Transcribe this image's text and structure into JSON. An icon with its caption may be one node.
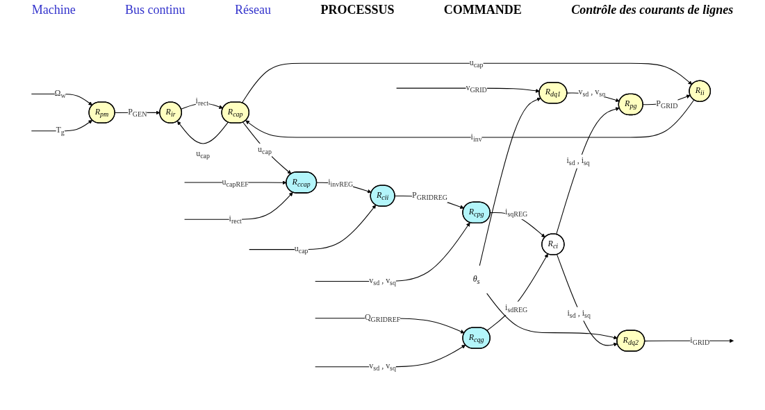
{
  "diagram": {
    "nodes": [
      {
        "text": [
          "R$_{pm}$"
        ]
      },
      {
        "text": [
          "R$_{ir}$"
        ]
      },
      {
        "text": [
          "R$_{cap}$"
        ]
      },
      {
        "text": [
          "R$_{ii}$"
        ]
      },
      {
        "text": [
          "R$_{pg}$"
        ]
      },
      {
        "text": [
          "R$_{dq1}$"
        ]
      },
      {
        "text": [
          "R$_{dq2}$"
        ]
      },
      {
        "text": [
          "R$_{ci}$"
        ]
      },
      {
        "text": [
          "R$_{ccap}$"
        ]
      },
      {
        "text": [
          "R$_{cii}$"
        ]
      },
      {
        "text": [
          "R$_{cpg}$"
        ]
      },
      {
        "text": [
          "R$_{cqg}$"
        ]
      },
      {
        "text": [
          "θ$_{s}$"
        ]
      }
    ],
    "edges": [
      {
        "from": null,
        "to": 0,
        "arrow": "to",
        "label": "Ω$_{w}$"
      },
      {
        "from": null,
        "to": 0,
        "arrow": "to",
        "label": "T$_{g}$"
      },
      {
        "from": 0,
        "to": 1,
        "arrow": "to",
        "label": "P$_{GEN}$"
      },
      {
        "from": 1,
        "to": 2,
        "arrow": "to",
        "label": "i$_{rect}$"
      },
      {
        "from": 3,
        "to": 2,
        "arrow": "to",
        "label": "i$_{inv}$"
      },
      {
        "from": 2,
        "to": 1,
        "arrow": "to",
        "label": "u$_{cap}$"
      },
      {
        "from": 2,
        "to": 3,
        "arrow": "to",
        "label": "u$_{cap}$"
      },
      {
        "from": 4,
        "to": 3,
        "arrow": "to",
        "label": "P$_{GRID}$"
      },
      {
        "from": 5,
        "to": 4,
        "arrow": "to",
        "label": "v$_{sd}$ , v$_{sq}$"
      },
      {
        "from": null,
        "to": 5,
        "arrow": "to",
        "label": "v$_{GRID}$"
      },
      {
        "from": 12,
        "to": 5,
        "arrow": "to"
      },
      {
        "from": 12,
        "to": 6,
        "arrow": "to"
      },
      {
        "from": 6,
        "to": null,
        "arrow": "to",
        "label": "i$_{GRID}$"
      },
      {
        "from": 7,
        "to": 4,
        "arrow": "to",
        "label": "i$_{sd}$ , i$_{sq}$"
      },
      {
        "from": 7,
        "to": 6,
        "arrow": "to",
        "label": "i$_{sd}$ , i$_{sq}$"
      },
      {
        "from": 2,
        "to": 8,
        "arrow": "to",
        "label": "u$_{cap}$"
      },
      {
        "from": null,
        "to": 8,
        "arrow": "to",
        "label": "u$_{capREF}$"
      },
      {
        "from": null,
        "to": 8,
        "arrow": "to",
        "label": "i$_{rect}$"
      },
      {
        "from": 8,
        "to": 9,
        "arrow": "to",
        "label": "i$_{invREG}$"
      },
      {
        "from": null,
        "to": 9,
        "arrow": "to",
        "label": "u$_{cap}$"
      },
      {
        "from": 9,
        "to": 10,
        "arrow": "to",
        "label": "P$_{GRIDREG}$"
      },
      {
        "from": null,
        "to": 10,
        "arrow": "to",
        "label": "v$_{sd}$ , v$_{sq}$"
      },
      {
        "from": 10,
        "to": 7,
        "arrow": "to",
        "label": "i$_{sqREG}$"
      },
      {
        "from": null,
        "to": 11,
        "arrow": "to",
        "label": "Q$_{GRIDREF}$"
      },
      {
        "from": null,
        "to": 11,
        "arrow": "to",
        "label": "v$_{sd}$ , v$_{sq}$"
      },
      {
        "from": 11,
        "to": 7,
        "arrow": "to",
        "label": "i$_{sdREG}$"
      }
    ],
    "labels": [
      "Machine",
      "Bus continu",
      "Réseau",
      "PROCESSUS",
      "COMMANDE",
      "Contrôle des courants de lignes"
    ]
  }
}
